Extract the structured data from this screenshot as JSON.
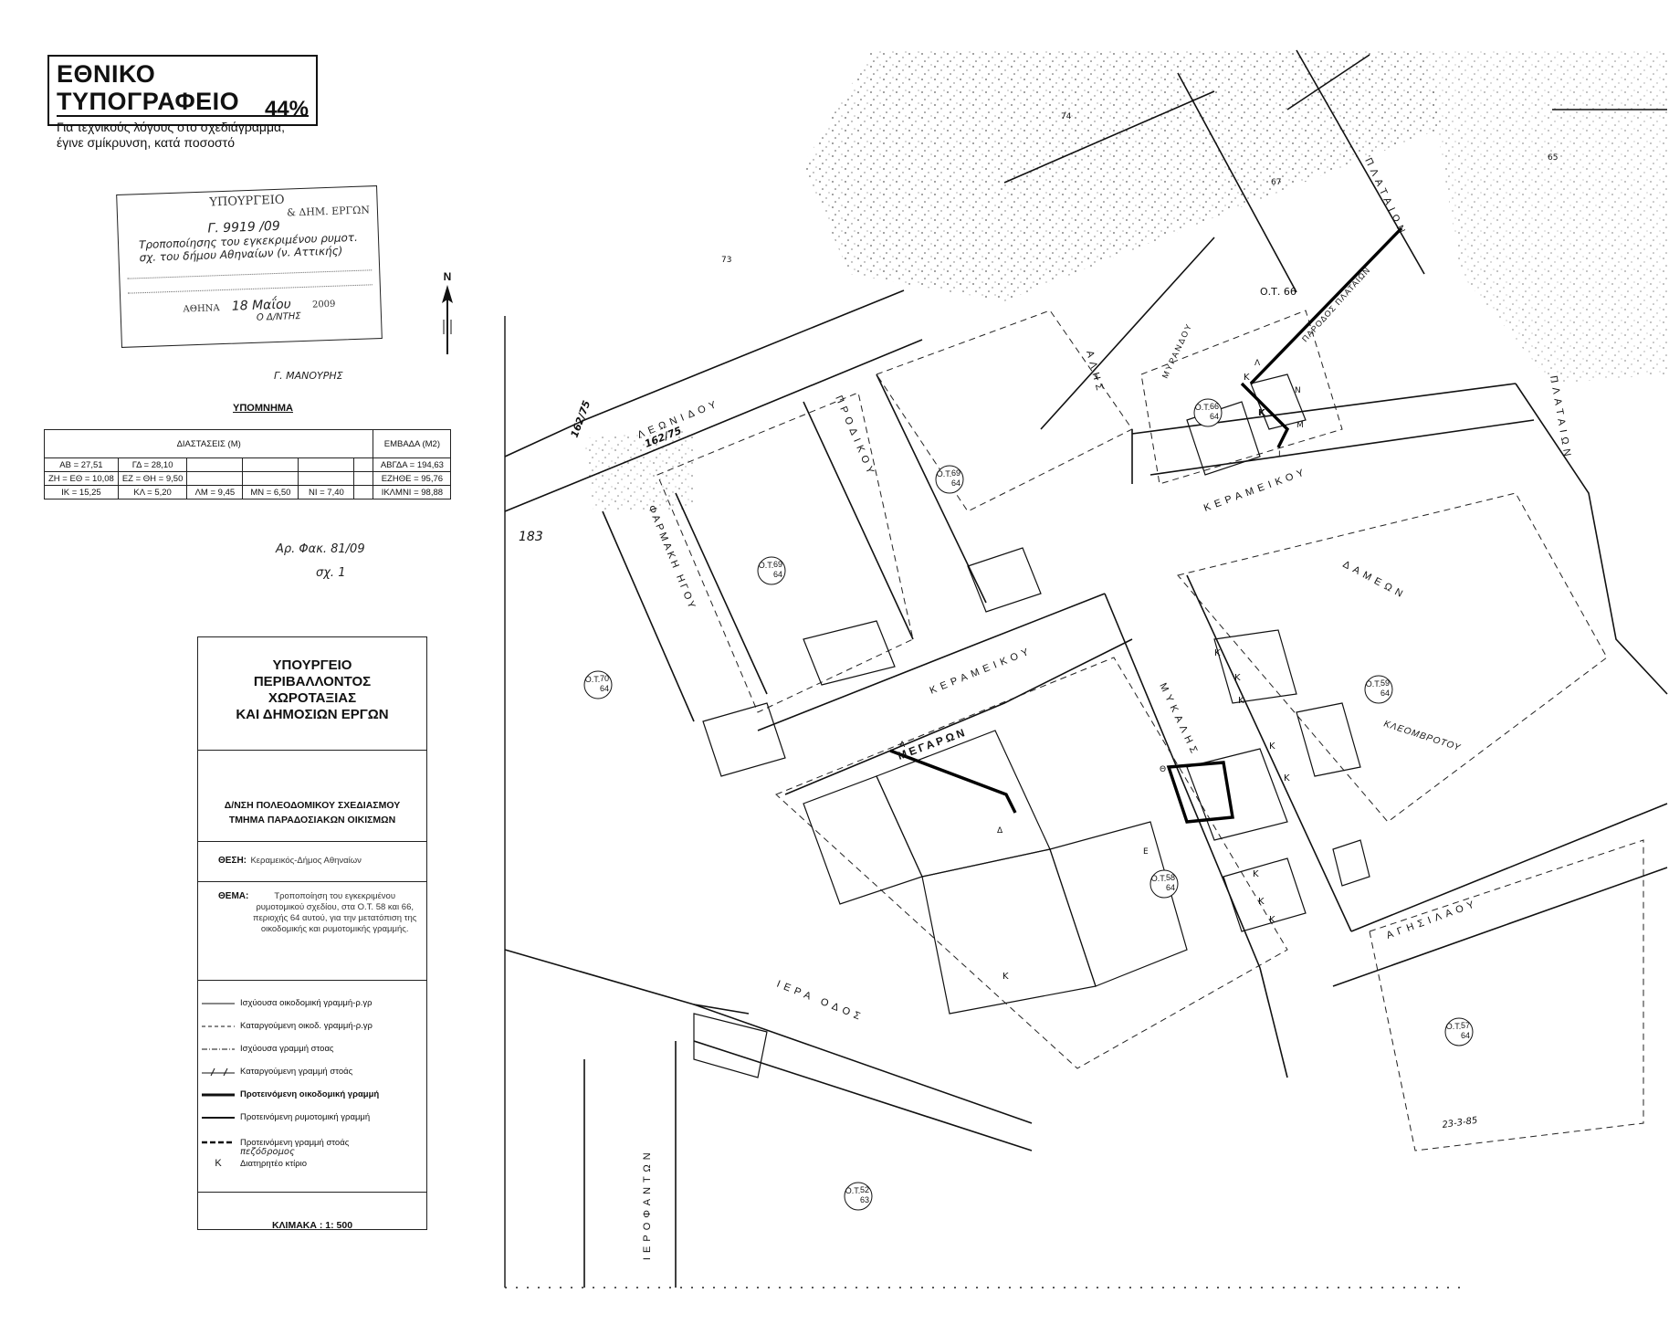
{
  "header_box": {
    "title": "ΕΘΝΙΚΟ ΤΥΠΟΓΡΑΦΕΙΟ",
    "line1": "Για τεχνικούς λόγους στο σχεδιάγραμμα,",
    "line2": "έγινε σμίκρυνση, κατά ποσοστό",
    "percent": "44%"
  },
  "stamp": {
    "ministry_line": "ΥΠΟΥΡΓΕΙΟ",
    "dept_line": "& ΔΗΜ. ΕΡΓΩΝ",
    "protocol": "Γ. 9919 /09",
    "subject_hw": "Τροποποίησης του εγκεκριμένου ρυμοτ. σχ. του δήμου Αθηναίων (ν. Αττικής)",
    "place": "ΑΘΗΝΑ",
    "date_hw": "18 Μαΐου",
    "year": "2009",
    "director": "Ο Δ/ΝΤΗΣ"
  },
  "signature_name": "Γ. ΜΑΝΟΥΡΗΣ",
  "legend": {
    "title": "ΥΠΟΜΝΗΜΑ",
    "dim_header": "ΔΙΑΣΤΑΣΕΙΣ (Μ)",
    "area_header": "ΕΜΒΑΔΑ (Μ2)",
    "rows": [
      {
        "cells": [
          "ΑΒ = 27,51",
          "ΓΔ = 28,10",
          "",
          "",
          "",
          ""
        ],
        "area": "ΑΒΓΔΑ = 194,63"
      },
      {
        "cells": [
          "ΖΗ = ΕΘ = 10,08",
          "ΕΖ = ΘΗ = 9,50",
          "",
          "",
          "",
          ""
        ],
        "area": "ΕΖΗΘΕ = 95,76"
      },
      {
        "cells": [
          "ΙΚ = 15,25",
          "ΚΛ = 5,20",
          "ΛΜ = 9,45",
          "ΜΝ = 6,50",
          "ΝΙ = 7,40",
          ""
        ],
        "area": "ΙΚΛΜΝΙ = 98,88"
      }
    ]
  },
  "file_note": {
    "line1": "Αρ. Φακ. 81/09",
    "line2": "σχ. 1"
  },
  "title_block": {
    "ministry": [
      "ΥΠΟΥΡΓΕΙΟ",
      "ΠΕΡΙΒΑΛΛΟΝΤΟΣ",
      "ΧΩΡΟΤΑΞΙΑΣ",
      "ΚΑΙ ΔΗΜΟΣΙΩΝ ΕΡΓΩΝ"
    ],
    "department": [
      "Δ/ΝΣΗ ΠΟΛΕΟΔΟΜΙΚΟΥ ΣΧΕΔΙΑΣΜΟΥ",
      "ΤΜΗΜΑ ΠΑΡΑΔΟΣΙΑΚΩΝ ΟΙΚΙΣΜΩΝ"
    ],
    "thesi_label": "ΘΕΣΗ:",
    "thesi_value": "Κεραμεικός-Δήμος Αθηναίων",
    "thema_label": "ΘΕΜΑ:",
    "thema_value": "Τροποποίηση του εγκεκριμένου ρυμοτομικού σχεδίου, στα Ο.Τ. 58 και 66, περιοχής 64 αυτού, για την μετατόπιση της οικοδομικής και ρυμοτομικής γραμμής.",
    "legend_items": [
      {
        "label": "Ισχύουσα οικοδομική γραμμή-ρ.γρ",
        "style": "solid-thin"
      },
      {
        "label": "Καταργούμενη οικοδ. γραμμή-ρ.γρ",
        "style": "dashed-thin"
      },
      {
        "label": "Ισχύουσα γραμμή στοας",
        "style": "dotdash"
      },
      {
        "label": "Καταργούμενη γραμμή στοάς",
        "style": "slash"
      },
      {
        "label": "Προτεινόμενη οικοδομική γραμμή",
        "style": "solid-bold"
      },
      {
        "label": "Προτεινόμενη ρυμοτομική γραμμή",
        "style": "solid-medium"
      },
      {
        "label": "Προτεινόμενη γραμμή στοάς",
        "style": "dashed-bold"
      },
      {
        "label": "Διατηρητέο κτίριο",
        "style": "k-symbol",
        "symbol": "K"
      }
    ],
    "pezodromos": "πεζόδρομος",
    "scale": "ΚΛΙΜΑΚΑ : 1: 500"
  },
  "north_arrow": {
    "label": "N"
  },
  "map": {
    "streets": [
      {
        "name": "ΛΕΩΝΙΔΟΥ"
      },
      {
        "name": "ΠΡΟΔΙΚΟΥ"
      },
      {
        "name": "ΚΕΡΑΜΕΙΚΟΥ"
      },
      {
        "name": "ΚΕΡΑΜΕΙΚΟΥ"
      },
      {
        "name": "ΜΥΚΑΛΗΣ"
      },
      {
        "name": "ΠΛΑΤΑΙΩΝ"
      },
      {
        "name": "ΠΛΑΤΑΙΩΝ"
      },
      {
        "name": "ΑΓΗΣΙΛΑΟΥ"
      },
      {
        "name": "ΔΑΜΕΩΝ"
      },
      {
        "name": "ΙΕΡΑ ΟΔΟΣ"
      },
      {
        "name": "ΙΕΡΟΦΑΝΤΩΝ"
      },
      {
        "name": "ΜΥΡΑΝΔΟΥ"
      },
      {
        "name": "ΑΛΗΣ"
      },
      {
        "name": "ΦΑΡΜΑΚΗ ΗΓΟΥ"
      },
      {
        "name": "ΜΕΓΑΡΩΝ"
      },
      {
        "name": "ΠΑΡΟΔΟΣ ΠΛΑΤΑΙΩΝ"
      },
      {
        "name": "ΚΛΕΟΜΒΡΟΤΟΥ"
      }
    ],
    "blocks": [
      {
        "num": "69",
        "den": "64"
      },
      {
        "num": "69",
        "den": "64"
      },
      {
        "num": "66",
        "den": "64"
      },
      {
        "num": "70",
        "den": "64"
      },
      {
        "num": "59",
        "den": "64"
      },
      {
        "num": "58",
        "den": "64"
      },
      {
        "num": "57",
        "den": "64"
      },
      {
        "num": "52",
        "den": "63"
      }
    ],
    "block_prefix": "Ο.Τ.",
    "ot66_label": "Ο.Τ. 66",
    "annotations": [
      "162/75",
      "162/75",
      "183",
      "23-3-85",
      "74",
      "73",
      "67",
      "65",
      "Κ",
      "Κ",
      "Κ",
      "Κ",
      "Κ",
      "Κ",
      "Κ",
      "Κ",
      "Κ",
      "Κ",
      "Κ",
      "Ε",
      "Θ",
      "Α",
      "Δ",
      "Ν",
      "Λ",
      "Ι",
      "Μ"
    ]
  }
}
